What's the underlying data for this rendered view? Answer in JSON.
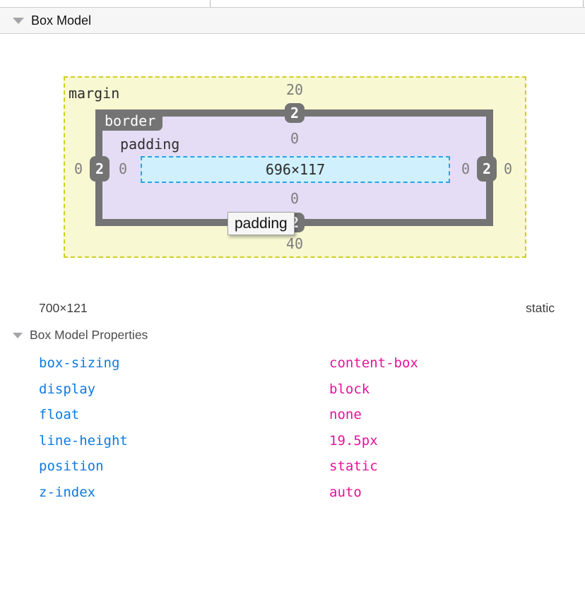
{
  "header": {
    "title": "Box Model"
  },
  "diagram": {
    "margin_label": "margin",
    "border_label": "border",
    "padding_label": "padding",
    "content_size": "696×117",
    "values": {
      "margin_top": "20",
      "border_top": "2",
      "padding_top": "0",
      "margin_left": "0",
      "border_left": "2",
      "padding_left": "0",
      "padding_right": "0",
      "border_right": "2",
      "margin_right": "0",
      "padding_bottom": "0",
      "border_bottom": "2",
      "margin_bottom": "40"
    },
    "tooltip": "padding",
    "colors": {
      "margin_fill": "#f8f8d2",
      "margin_dash": "#cfcf23",
      "border_fill": "#747474",
      "padding_fill": "#e5ddf5",
      "content_fill": "#cff0fc",
      "content_dash": "#2aa2e8"
    }
  },
  "summary": {
    "dimensions": "700×121",
    "position": "static"
  },
  "properties": {
    "section_title": "Box Model Properties",
    "name_color": "#0f7ae0",
    "value_color": "#e8119a",
    "items": [
      {
        "name": "box-sizing",
        "value": "content-box"
      },
      {
        "name": "display",
        "value": "block"
      },
      {
        "name": "float",
        "value": "none"
      },
      {
        "name": "line-height",
        "value": "19.5px"
      },
      {
        "name": "position",
        "value": "static"
      },
      {
        "name": "z-index",
        "value": "auto"
      }
    ]
  }
}
